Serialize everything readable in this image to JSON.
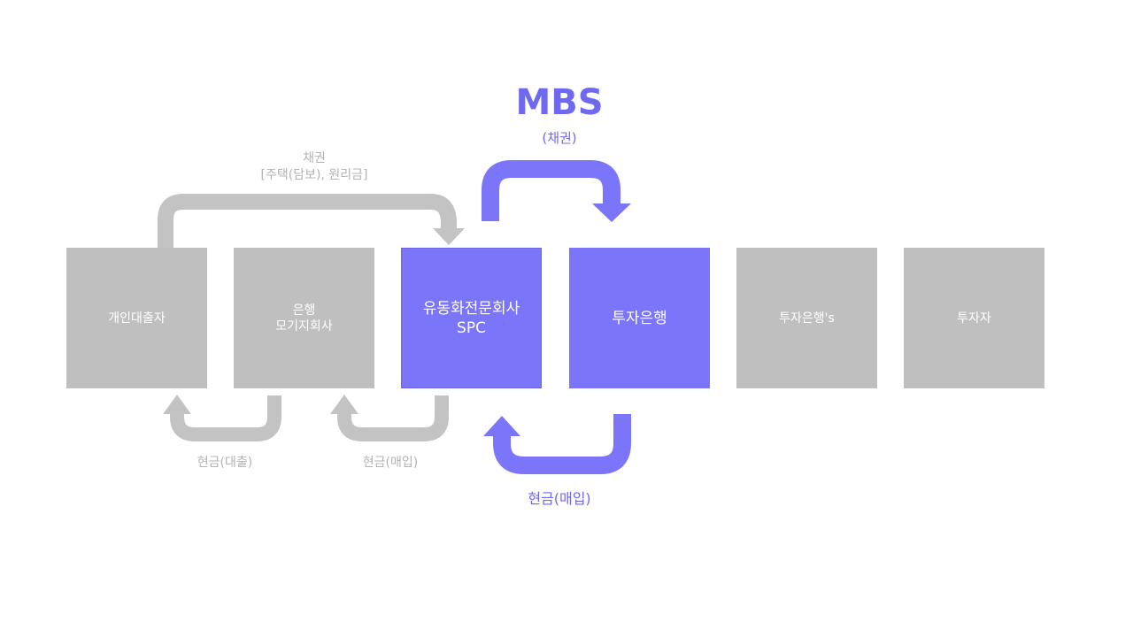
{
  "title": {
    "main": "MBS",
    "sub": "(채권)"
  },
  "boxes": [
    {
      "id": "borrower",
      "line1": "개인대출자",
      "line2": ""
    },
    {
      "id": "bank",
      "line1": "은행",
      "line2": "모기지회사"
    },
    {
      "id": "spc",
      "line1": "유동화전문회사",
      "line2": "SPC"
    },
    {
      "id": "ib",
      "line1": "투자은행",
      "line2": ""
    },
    {
      "id": "ibs",
      "line1": "투자은행's",
      "line2": ""
    },
    {
      "id": "investor",
      "line1": "투자자",
      "line2": ""
    }
  ],
  "flows": {
    "top_gray": {
      "line1": "채권",
      "line2": "[주택(담보), 원리금]"
    },
    "cash_loan": "현금(대출)",
    "cash_purchase_gray": "현금(매입)",
    "cash_purchase_blue": "현금(매입)"
  },
  "colors": {
    "gray_box": "#bfbfbf",
    "gray_arrow": "#c3c3c3",
    "accent": "#7b75fa",
    "accent_text": "#6f69f2"
  }
}
